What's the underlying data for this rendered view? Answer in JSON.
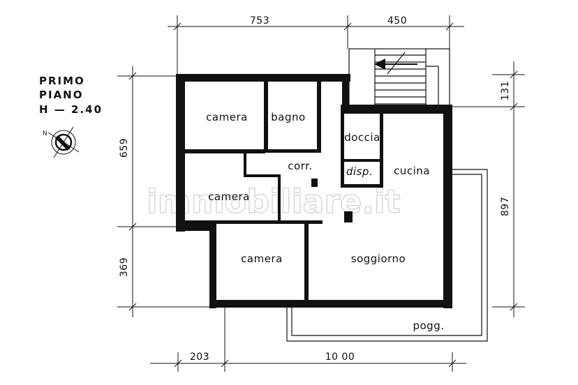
{
  "title": {
    "line1": "PRIMO",
    "line2": "PIANO",
    "line3": "H — 2.40"
  },
  "rooms": {
    "camera1": "camera",
    "bagno": "bagno",
    "doccia": "doccia",
    "disp": "disp.",
    "cucina": "cucina",
    "corr": "corr.",
    "camera2": "camera",
    "camera3": "camera",
    "soggiorno": "soggiorno",
    "pogg": "pogg."
  },
  "dimensions": {
    "top_left": "753",
    "top_right": "450",
    "left_upper": "659",
    "left_lower": "369",
    "right_upper": "131",
    "right_lower": "897",
    "bottom_left": "203",
    "bottom_right": "10 00"
  },
  "watermark": "immobiliare.it",
  "icons": {
    "compass": "compass-north-icon",
    "stair_arrow": "arrow-left-icon"
  }
}
